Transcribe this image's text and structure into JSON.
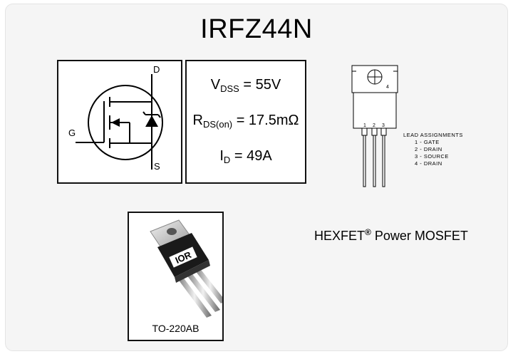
{
  "title": "IRFZ44N",
  "symbol": {
    "drain_label": "D",
    "gate_label": "G",
    "source_label": "S"
  },
  "specs": {
    "vdss": {
      "symbol": "V",
      "subscript": "DSS",
      "value": " = 55V"
    },
    "rds": {
      "symbol": "R",
      "subscript": "DS(on)",
      "value": " = 17.5mΩ"
    },
    "id": {
      "symbol": "I",
      "subscript": "D",
      "value": " = 49A"
    }
  },
  "package_drawing": {
    "tab_pin": "4",
    "pins": [
      "1",
      "2",
      "3"
    ]
  },
  "lead_assignments": {
    "heading": "LEAD ASSIGNMENTS",
    "items": [
      "1 - GATE",
      "2 - DRAIN",
      "3 - SOURCE",
      "4 - DRAIN"
    ]
  },
  "hexfet": {
    "name": "HEXFET",
    "mark": "®",
    "suffix": " Power MOSFET"
  },
  "package": {
    "logo_text": "IOR",
    "label": "TO-220AB"
  }
}
